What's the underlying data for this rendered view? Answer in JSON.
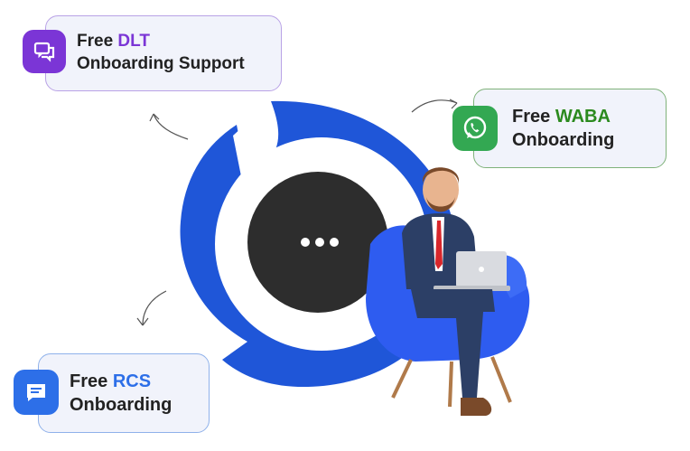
{
  "cards": {
    "dlt": {
      "prefix": "Free",
      "highlight": "DLT",
      "line2": "Onboarding Support",
      "accent": "#7b35d6",
      "border": "#b9a2e6",
      "icon": "chat-bubbles-icon"
    },
    "waba": {
      "prefix": "Free",
      "highlight": "WABA",
      "line2": "Onboarding",
      "accent": "#2b8a1e",
      "border": "#7fb27a",
      "icon": "whatsapp-icon"
    },
    "rcs": {
      "prefix": "Free",
      "highlight": "RCS",
      "line2": "Onboarding",
      "accent": "#2d6fe8",
      "border": "#8fb1ea",
      "icon": "message-icon"
    }
  },
  "brand": {
    "ring_color": "#1f56d8",
    "bubble_color": "#2d2d2d"
  }
}
